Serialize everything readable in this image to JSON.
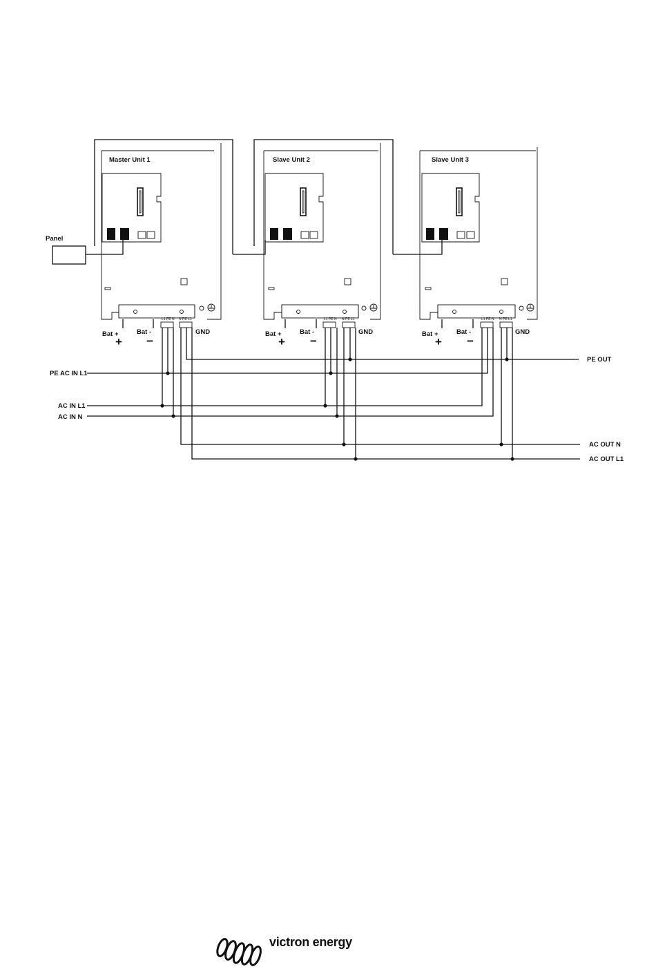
{
  "units": [
    {
      "title": "Master  Unit 1"
    },
    {
      "title": "Slave Unit 2"
    },
    {
      "title": "Slave Unit 3"
    }
  ],
  "labels": {
    "panel": "Panel",
    "bat_plus": "Bat +",
    "bat_minus": "Bat -",
    "gnd": "GND",
    "plus_sign": "+",
    "minus_sign": "−",
    "pe_out": "PE OUT",
    "pe_ac_in_l1": "PE AC IN L1",
    "ac_in_l1": "AC IN L1",
    "ac_in_n": "AC IN N",
    "ac_out_n": "AC OUT  N",
    "ac_out_l1": "AC OUT L1"
  },
  "terminal_labels": {
    "input": "L1 PE N",
    "output": "N PE L1"
  },
  "brand": {
    "name": "victron energy",
    "logo_icon": "victron-logo-icon"
  }
}
